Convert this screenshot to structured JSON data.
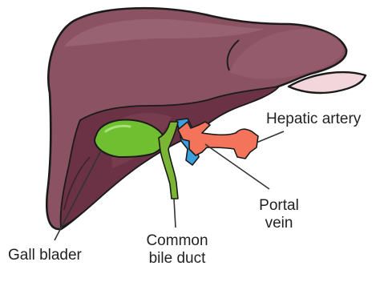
{
  "labels": {
    "hepatic_artery": "Hepatic artery",
    "portal_vein_line1": "Portal",
    "portal_vein_line2": "vein",
    "common_bile_duct_line1": "Common",
    "common_bile_duct_line2": "bile duct",
    "gall_bladder": "Gall blader"
  },
  "colors": {
    "liver_main": "#8a5262",
    "liver_dark": "#6a3244",
    "liver_light": "#a5707f",
    "outline": "#1b1b1b",
    "gallbladder": "#6fbf30",
    "bile_duct": "#7ab534",
    "hepatic_artery": "#f3745a",
    "portal_vein": "#3aa0df",
    "ligament_pink": "#f2d6dc"
  }
}
